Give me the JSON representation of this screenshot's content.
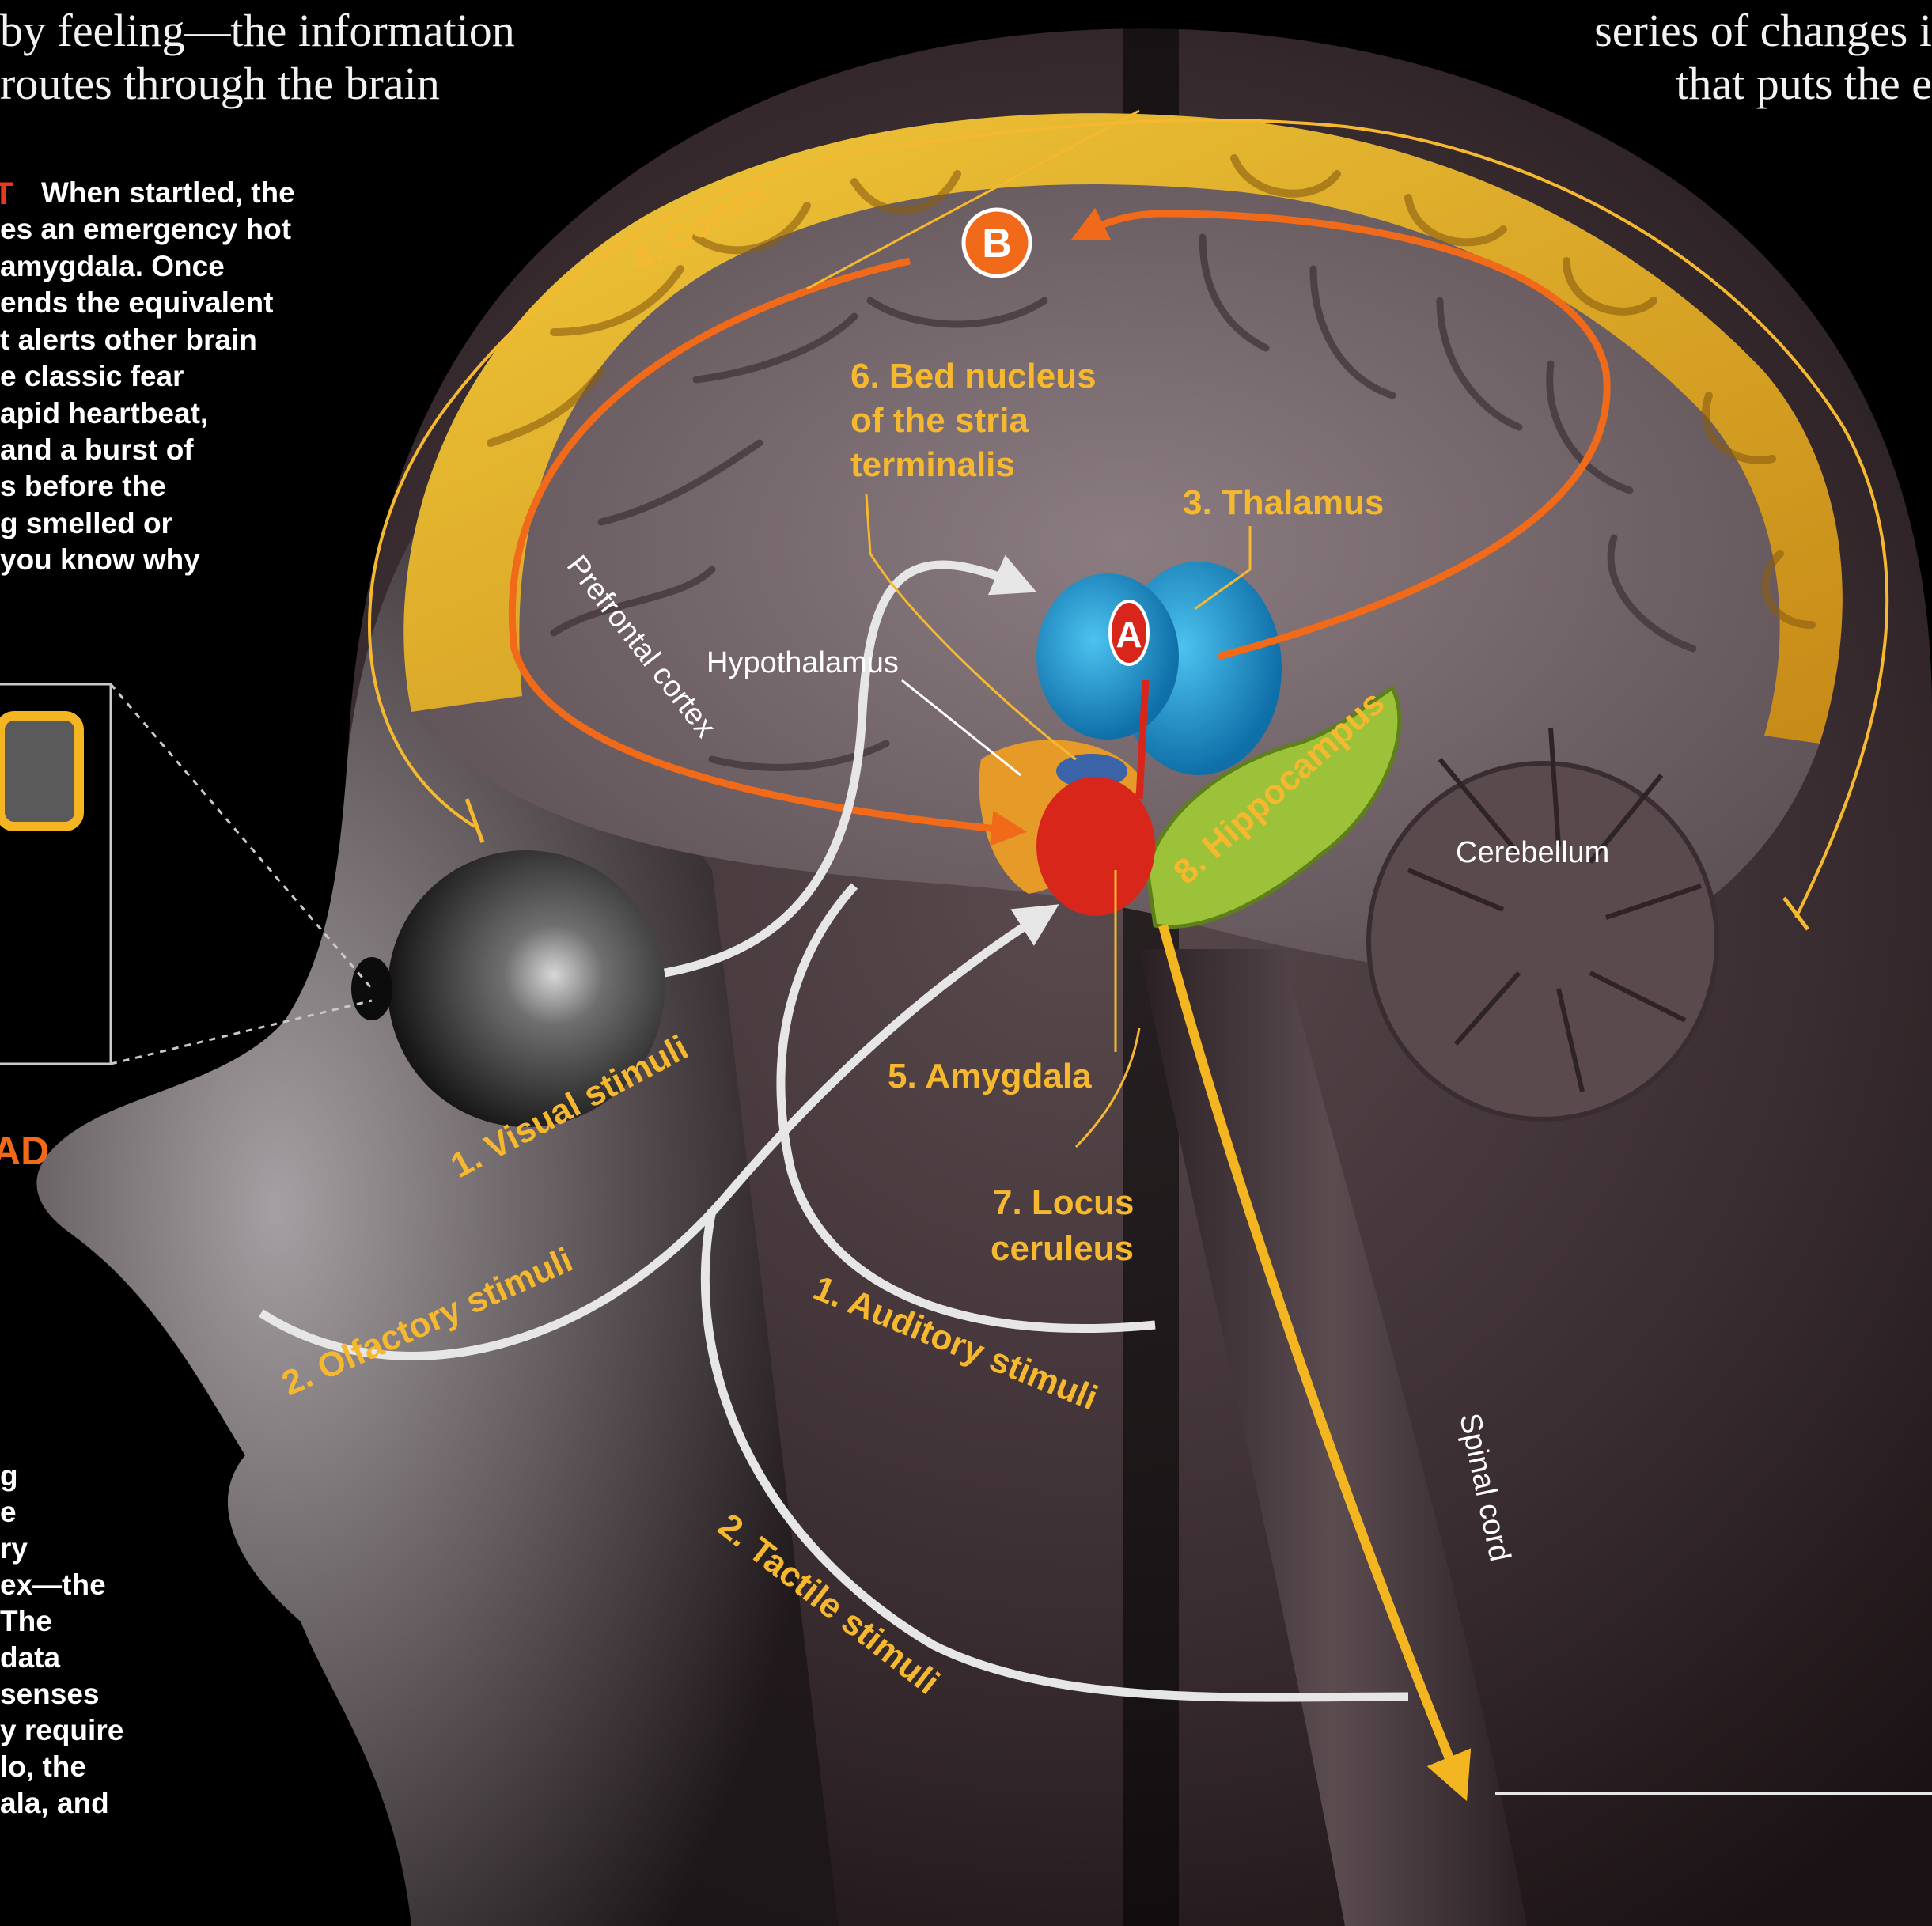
{
  "intro_left": [
    "by feeling—the information",
    "routes through the brain"
  ],
  "intro_right": [
    "series of changes i",
    "that puts the e"
  ],
  "sidebar_top": {
    "marker": "T",
    "lines": [
      "When startled, the",
      "es an emergency hot",
      "amygdala. Once",
      "ends the equivalent",
      "t alerts other brain",
      "e classic fear",
      "apid heartbeat,",
      "and a burst of",
      "s before the",
      "g smelled or",
      "you know why"
    ]
  },
  "sidebar_heading": "AD",
  "sidebar_bottom": [
    "g",
    "e",
    "ry",
    "ex—the",
    " The",
    "data",
    " senses",
    "y require",
    "lo, the",
    "ala, and"
  ],
  "labels": {
    "cortex": "4. Cortex",
    "bed_nucleus": [
      "6. Bed nucleus",
      "of the stria",
      "terminalis"
    ],
    "thalamus": "3. Thalamus",
    "prefrontal": "Prefrontal cortex",
    "hypothalamus": "Hypothalamus",
    "hippocampus": "8. Hippocampus",
    "cerebellum": "Cerebellum",
    "amygdala": "5. Amygdala",
    "locus": [
      "7. Locus",
      "ceruleus"
    ],
    "visual": "1. Visual stimuli",
    "olfactory": "2. Olfactory stimuli",
    "auditory": "1. Auditory stimuli",
    "tactile": "2. Tactile stimuli",
    "spinal": "Spinal cord"
  },
  "markers": {
    "a": "A",
    "b": "B"
  },
  "colors": {
    "cortex_gold": "#e8b226",
    "pathway_orange": "#f06a1a",
    "label_gold": "#f5b82e",
    "thalamus_blue": "#1d9ad3",
    "amygdala_red": "#d8261a",
    "hippocampus_green": "#9cc23a",
    "stimuli_white": "#e6e6e6",
    "spinal_gold": "#f4b620"
  }
}
